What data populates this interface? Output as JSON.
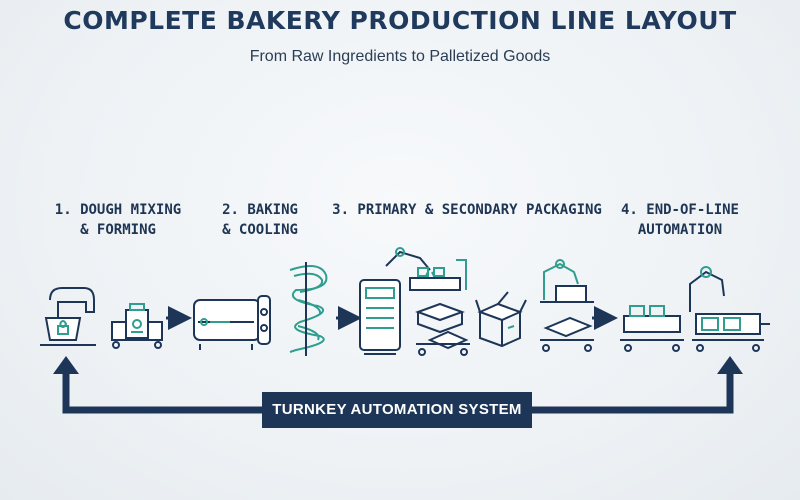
{
  "title": "COMPLETE BAKERY PRODUCTION LINE LAYOUT",
  "subtitle": "From Raw Ingredients to Palletized Goods",
  "stages": [
    {
      "line1": "1. DOUGH MIXING",
      "line2": "& FORMING"
    },
    {
      "line1": "2. BAKING",
      "line2": "& COOLING"
    },
    {
      "line1": "3. PRIMARY & SECONDARY PACKAGING",
      "line2": ""
    },
    {
      "line1": "4. END-OF-LINE",
      "line2": "AUTOMATION"
    }
  ],
  "banner": "TURNKEY AUTOMATION SYSTEM",
  "colors": {
    "navy": "#1d3658",
    "teal": "#2f9e8f",
    "background": "#eef2f5"
  }
}
